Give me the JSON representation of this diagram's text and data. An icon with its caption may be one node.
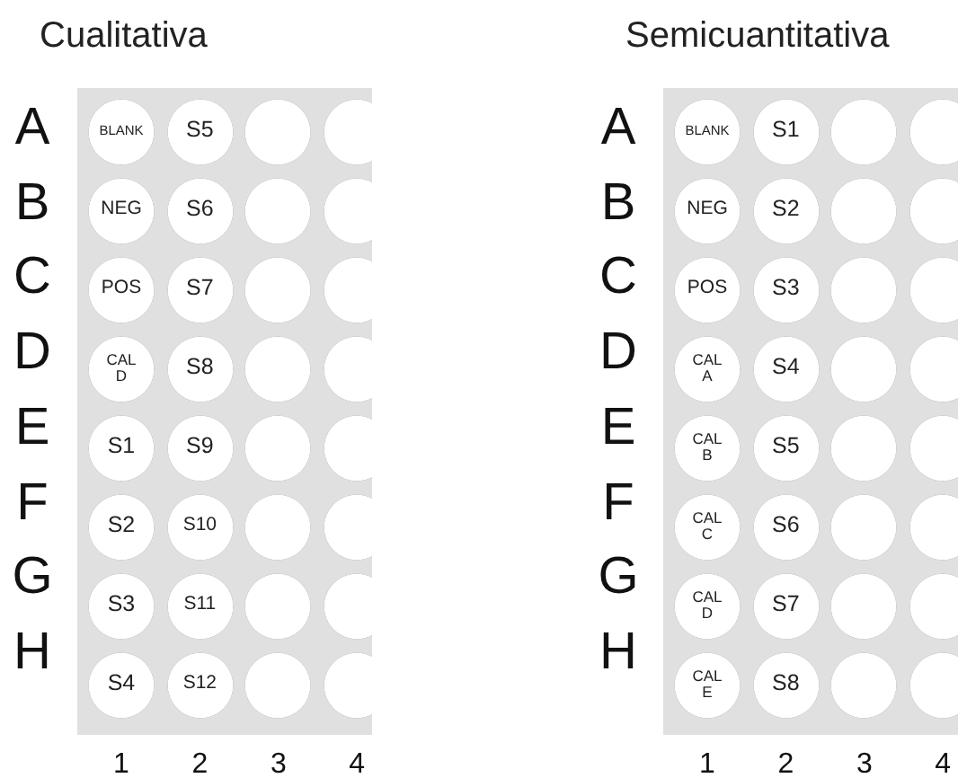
{
  "diagram": {
    "nodes": [
      {
        "text": [
          "Cualitativa"
        ]
      },
      {
        "text": [
          "BLANK"
        ],
        "in": 0
      },
      {
        "text": [
          "S5"
        ],
        "in": 0
      },
      {
        "text": [],
        "shape": "circle",
        "in": 0
      },
      {
        "text": [],
        "shape": "circle",
        "in": 0
      },
      {
        "text": [
          "NEG"
        ],
        "in": 0
      },
      {
        "text": [
          "S6"
        ],
        "in": 0
      },
      {
        "text": [],
        "shape": "circle",
        "in": 0
      },
      {
        "text": [],
        "shape": "circle",
        "in": 0
      },
      {
        "text": [
          "POS"
        ],
        "in": 0
      },
      {
        "text": [
          "S7"
        ],
        "in": 0
      },
      {
        "text": [],
        "shape": "circle",
        "in": 0
      },
      {
        "text": [],
        "shape": "circle",
        "in": 0
      },
      {
        "text": [
          "CAL D"
        ],
        "in": 0
      },
      {
        "text": [
          "S8"
        ],
        "in": 0
      },
      {
        "text": [],
        "shape": "circle",
        "in": 0
      },
      {
        "text": [],
        "shape": "circle",
        "in": 0
      },
      {
        "text": [
          "S1"
        ],
        "in": 0
      },
      {
        "text": [
          "S9"
        ],
        "in": 0
      },
      {
        "text": [],
        "shape": "circle",
        "in": 0
      },
      {
        "text": [],
        "shape": "circle",
        "in": 0
      },
      {
        "text": [
          "S2"
        ],
        "in": 0
      },
      {
        "text": [
          "S10"
        ],
        "in": 0
      },
      {
        "text": [],
        "shape": "circle",
        "in": 0
      },
      {
        "text": [],
        "shape": "circle",
        "in": 0
      },
      {
        "text": [
          "S3"
        ],
        "in": 0
      },
      {
        "text": [
          "S11"
        ],
        "in": 0
      },
      {
        "text": [],
        "shape": "circle",
        "in": 0
      },
      {
        "text": [],
        "shape": "circle",
        "in": 0
      },
      {
        "text": [
          "S4"
        ],
        "in": 0
      },
      {
        "text": [
          "S12"
        ],
        "in": 0
      },
      {
        "text": [],
        "shape": "circle",
        "in": 0
      },
      {
        "text": [],
        "shape": "circle",
        "in": 0
      },
      {
        "text": [
          "Semicuantitativa"
        ]
      },
      {
        "text": [
          "BLANK"
        ],
        "in": 33
      },
      {
        "text": [
          "S1"
        ],
        "in": 33
      },
      {
        "text": [],
        "shape": "circle",
        "in": 33
      },
      {
        "text": [],
        "shape": "circle",
        "in": 33
      },
      {
        "text": [
          "NEG"
        ],
        "in": 33
      },
      {
        "text": [
          "S2"
        ],
        "in": 33
      },
      {
        "text": [],
        "shape": "circle",
        "in": 33
      },
      {
        "text": [],
        "shape": "circle",
        "in": 33
      },
      {
        "text": [
          "POS"
        ],
        "in": 33
      },
      {
        "text": [
          "S3"
        ],
        "in": 33
      },
      {
        "text": [],
        "shape": "circle",
        "in": 33
      },
      {
        "text": [],
        "shape": "circle",
        "in": 33
      },
      {
        "text": [
          "CAL A"
        ],
        "in": 33
      },
      {
        "text": [
          "S4"
        ],
        "in": 33
      },
      {
        "text": [],
        "shape": "circle",
        "in": 33
      },
      {
        "text": [],
        "shape": "circle",
        "in": 33
      },
      {
        "text": [
          "CAL B"
        ],
        "in": 33
      },
      {
        "text": [
          "S5"
        ],
        "in": 33
      },
      {
        "text": [],
        "shape": "circle",
        "in": 33
      },
      {
        "text": [],
        "shape": "circle",
        "in": 33
      },
      {
        "text": [
          "CAL C"
        ],
        "in": 33
      },
      {
        "text": [
          "S6"
        ],
        "in": 33
      },
      {
        "text": [],
        "shape": "circle",
        "in": 33
      },
      {
        "text": [],
        "shape": "circle",
        "in": 33
      },
      {
        "text": [
          "CAL D"
        ],
        "in": 33
      },
      {
        "text": [
          "S7"
        ],
        "in": 33
      },
      {
        "text": [],
        "shape": "circle",
        "in": 33
      },
      {
        "text": [],
        "shape": "circle",
        "in": 33
      },
      {
        "text": [
          "CAL E"
        ],
        "in": 33
      },
      {
        "text": [
          "S8"
        ],
        "in": 33
      },
      {
        "text": [],
        "shape": "circle",
        "in": 33
      },
      {
        "text": [],
        "shape": "circle",
        "in": 33
      }
    ],
    "labels": [
      "A",
      "B",
      "C",
      "D",
      "E",
      "F",
      "G",
      "H",
      "1",
      "2",
      "3",
      "4",
      "A",
      "B",
      "C",
      "D",
      "E",
      "F",
      "G",
      "H",
      "1",
      "2",
      "3",
      "4"
    ]
  }
}
